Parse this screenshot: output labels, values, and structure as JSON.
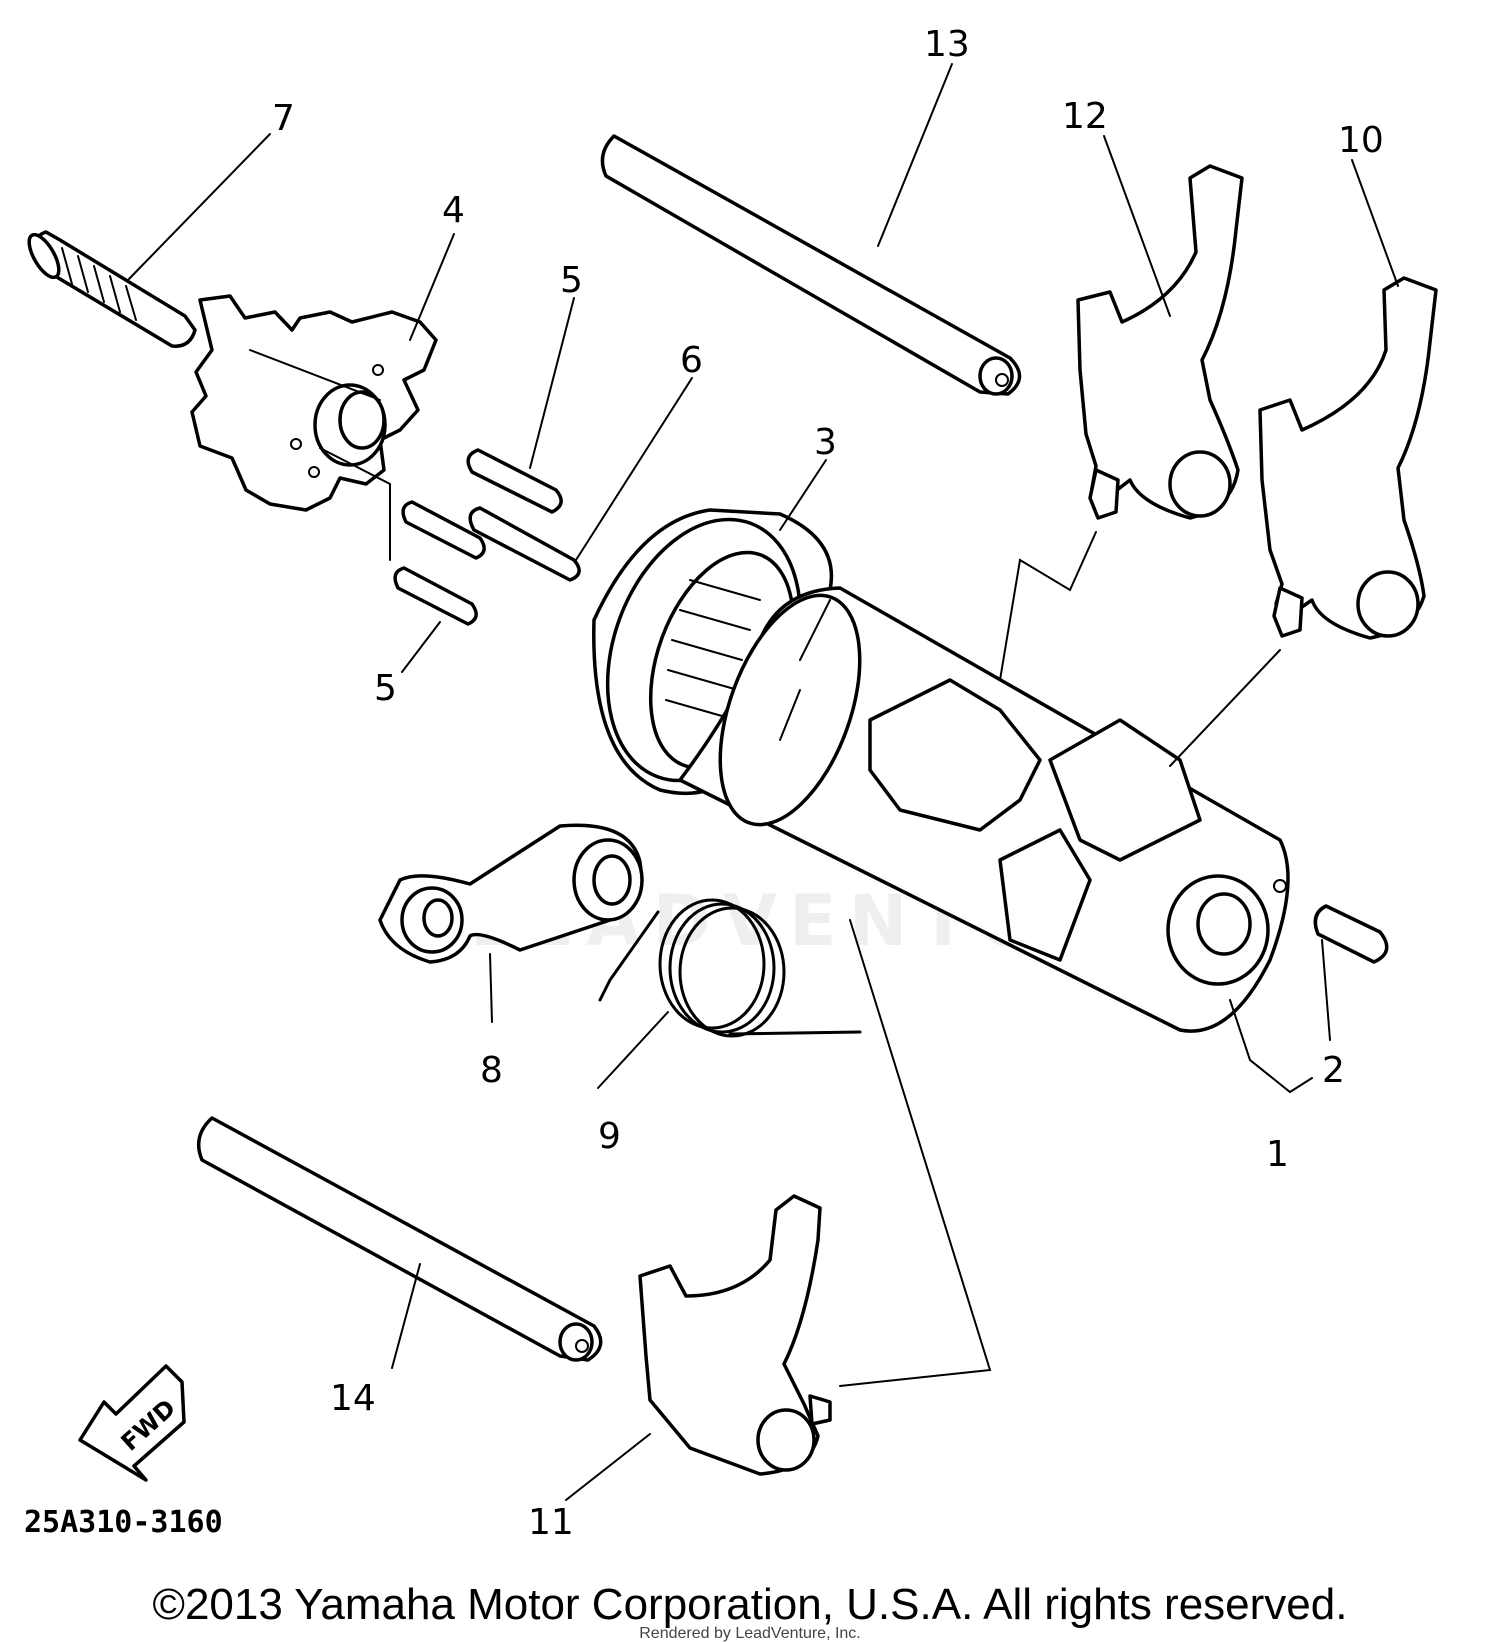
{
  "callouts": {
    "c1": "1",
    "c2": "2",
    "c3": "3",
    "c4": "4",
    "c5a": "5",
    "c5b": "5",
    "c6": "6",
    "c7": "7",
    "c8": "8",
    "c9": "9",
    "c10": "10",
    "c11": "11",
    "c12": "12",
    "c13": "13",
    "c14": "14"
  },
  "diagram_code": "25A310-3160",
  "fwd_label": "FWD",
  "watermark": "LEADVENTURE",
  "copyright": "©2013 Yamaha Motor Corporation, U.S.A. All rights reserved.",
  "rendered_by": "Rendered by LeadVenture, Inc."
}
